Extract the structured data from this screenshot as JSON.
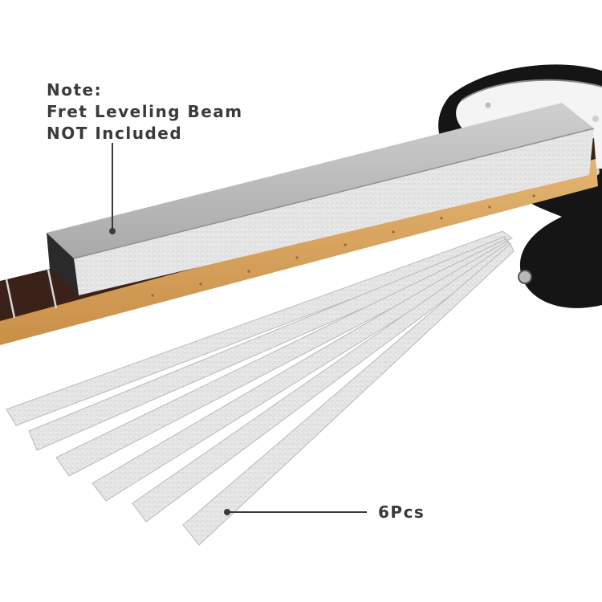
{
  "note": {
    "lines": [
      "Note:",
      "Fret Leveling Beam",
      "NOT Included"
    ]
  },
  "quantity_label": "6Pcs",
  "colors": {
    "guitar_body": "#151515",
    "pickguard": "#f4f4f4",
    "neck_wood": "#d9a864",
    "fretboard": "#3a2218",
    "beam": "#bdbdbd",
    "sandpaper": "#e4e4e4",
    "text": "#3a3a3a"
  }
}
